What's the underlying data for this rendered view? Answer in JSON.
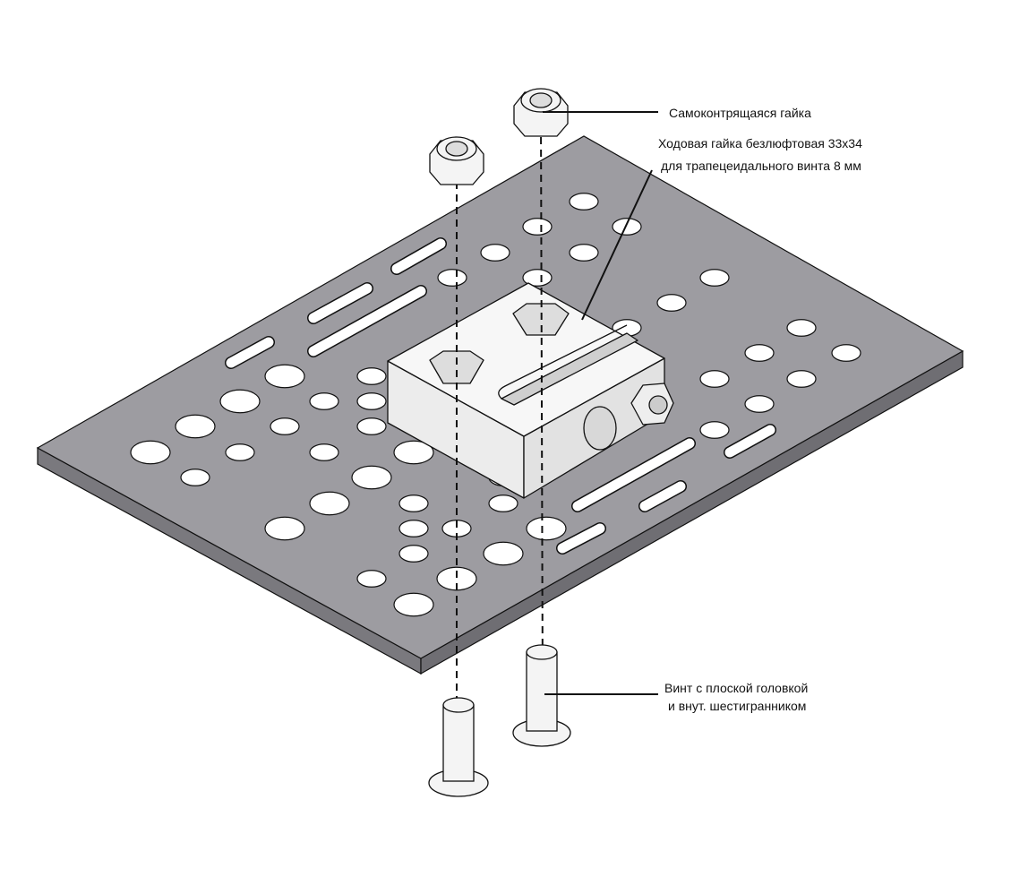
{
  "labels": {
    "locknut": "Самоконтрящаяся гайка",
    "leadnut_line1": "Ходовая гайка безлюфтовая 33x34",
    "leadnut_line2": "для трапецеидального винта 8 мм",
    "screw_line1": "Винт с плоской головкой",
    "screw_line2": "и внут. шестигранником"
  },
  "colors": {
    "plate": "#9d9ca1",
    "plate_edge": "#6f6e73",
    "part": "#f4f4f4",
    "outline": "#111111"
  }
}
